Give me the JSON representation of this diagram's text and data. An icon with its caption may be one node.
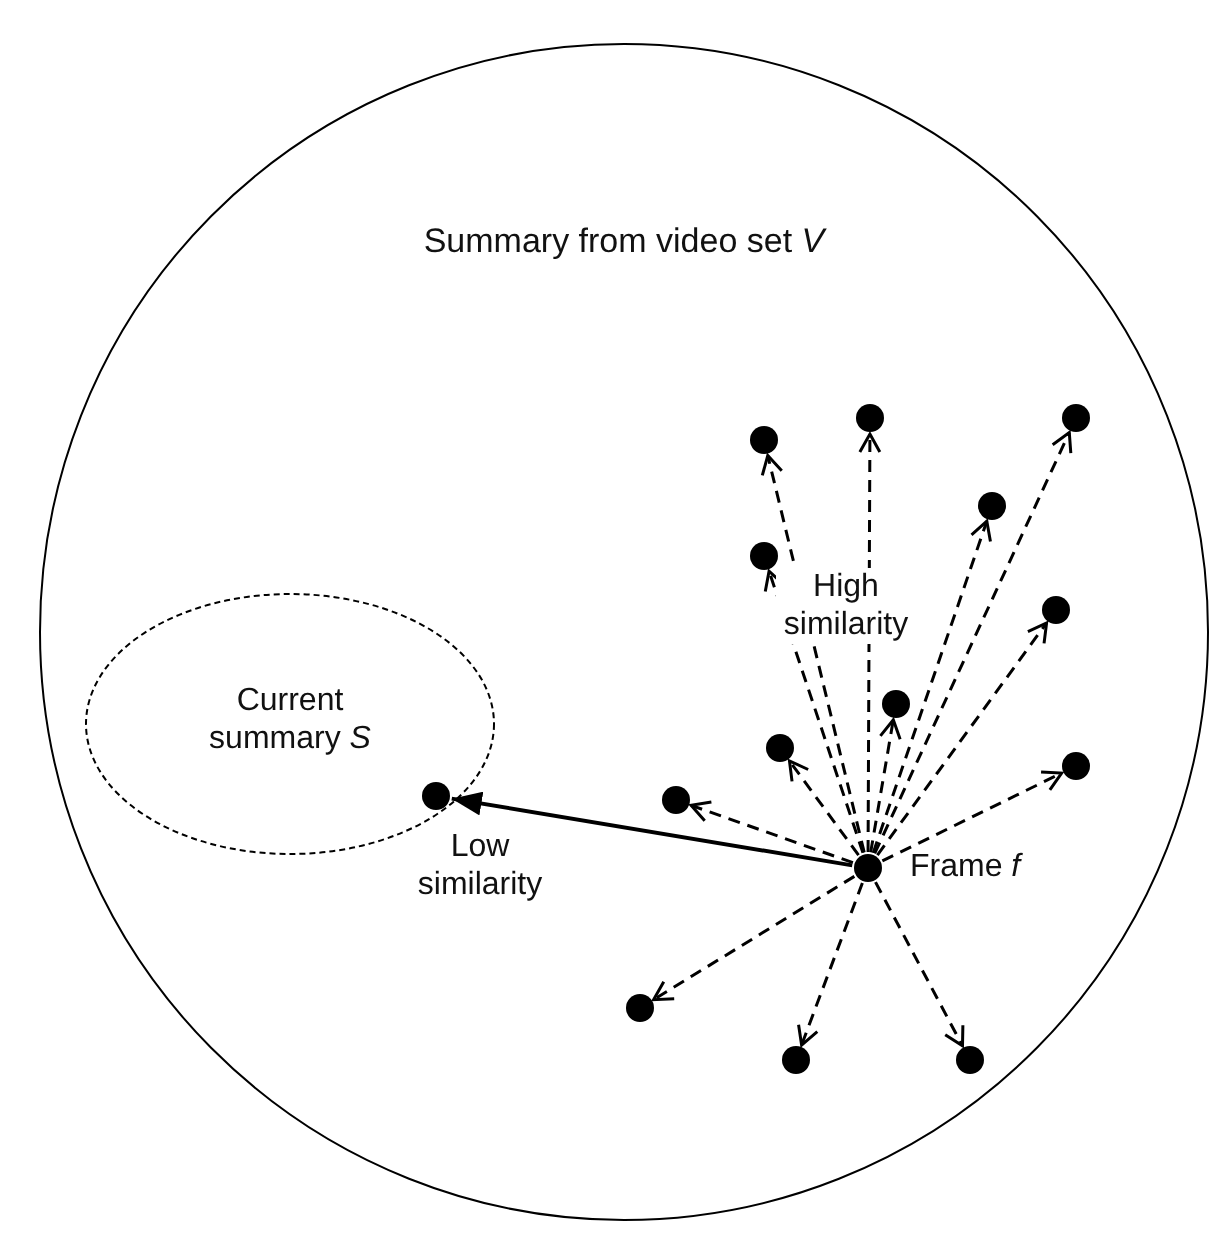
{
  "diagram": {
    "nodes": [
      {
        "text": [
          "Summary from video set *V*"
        ]
      },
      {
        "text": [
          "Current summary *S*"
        ],
        "in": 0
      },
      {
        "text": [],
        "shape": "circle",
        "in": 1
      },
      {
        "text": [],
        "shape": "circle",
        "in": 0
      },
      {
        "text": [],
        "shape": "circle",
        "in": 0
      },
      {
        "text": [],
        "shape": "circle",
        "in": 0
      },
      {
        "text": [],
        "shape": "circle",
        "in": 0
      },
      {
        "text": [],
        "shape": "circle",
        "in": 0
      },
      {
        "text": [],
        "shape": "circle",
        "in": 0
      },
      {
        "text": [],
        "shape": "circle",
        "in": 0
      },
      {
        "text": [],
        "shape": "circle",
        "in": 0
      },
      {
        "text": [],
        "shape": "circle",
        "in": 0
      },
      {
        "text": [],
        "shape": "circle",
        "in": 0
      },
      {
        "text": [],
        "shape": "circle",
        "in": 0,
        "beside": [
          "Frame *f*"
        ]
      },
      {
        "text": [],
        "shape": "circle",
        "in": 0
      },
      {
        "text": [],
        "shape": "circle",
        "in": 0
      },
      {
        "text": [],
        "shape": "circle",
        "in": 0
      }
    ],
    "edges": [
      {
        "from": 13,
        "to": 2,
        "arrow": "to"
      },
      {
        "from": 13,
        "to": 3,
        "arrow": "to",
        "style": "dashed"
      },
      {
        "from": 13,
        "to": 4,
        "arrow": "to",
        "style": "dashed"
      },
      {
        "from": 13,
        "to": 5,
        "arrow": "to",
        "style": "dashed"
      },
      {
        "from": 13,
        "to": 6,
        "arrow": "to",
        "style": "dashed"
      },
      {
        "from": 13,
        "to": 7,
        "arrow": "to",
        "style": "dashed"
      },
      {
        "from": 13,
        "to": 8,
        "arrow": "to",
        "style": "dashed"
      },
      {
        "from": 13,
        "to": 9,
        "arrow": "to",
        "style": "dashed"
      },
      {
        "from": 13,
        "to": 10,
        "arrow": "to",
        "style": "dashed"
      },
      {
        "from": 13,
        "to": 11,
        "arrow": "to",
        "style": "dashed"
      },
      {
        "from": 13,
        "to": 12,
        "arrow": "to",
        "style": "dashed"
      },
      {
        "from": 13,
        "to": 14,
        "arrow": "to",
        "style": "dashed"
      },
      {
        "from": 13,
        "to": 15,
        "arrow": "to",
        "style": "dashed"
      },
      {
        "from": 13,
        "to": 16,
        "arrow": "to",
        "style": "dashed"
      }
    ],
    "labels": [
      "High similarity",
      "Low similarity"
    ]
  }
}
